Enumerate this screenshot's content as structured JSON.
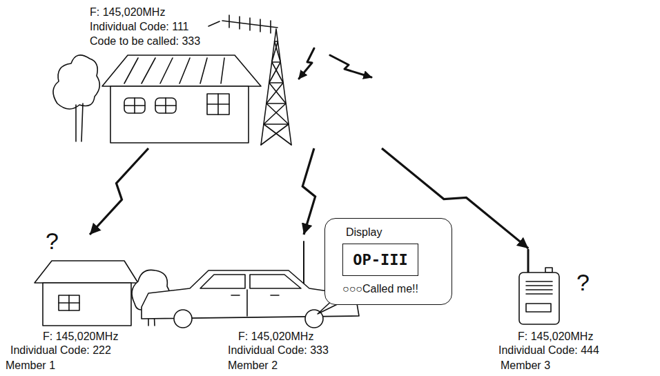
{
  "diagram": {
    "nodes": [
      {
        "text": [
          "F: 145,020MHz",
          "Individual Code: 111",
          "Code to be called: 333"
        ]
      },
      {
        "text": [
          "F: 145,020MHz",
          "Individual Code: 222",
          "Member 1"
        ]
      },
      {
        "text": [
          "F: 145,020MHz",
          "Individual Code: 333",
          "Member 2"
        ]
      },
      {
        "text": [
          "Display",
          "○○○Called me!!"
        ]
      },
      {
        "text": [
          "OP-III"
        ],
        "in": 3
      },
      {
        "text": [
          "F: 145,020MHz",
          "Individual Code: 444",
          "Member 3"
        ]
      }
    ],
    "edges": [
      {
        "from": 0,
        "to": 1,
        "arrow": "to"
      },
      {
        "from": 0,
        "to": 2,
        "arrow": "to"
      },
      {
        "from": 0,
        "to": 5,
        "arrow": "to"
      }
    ],
    "labels": [
      "?",
      "?"
    ]
  }
}
